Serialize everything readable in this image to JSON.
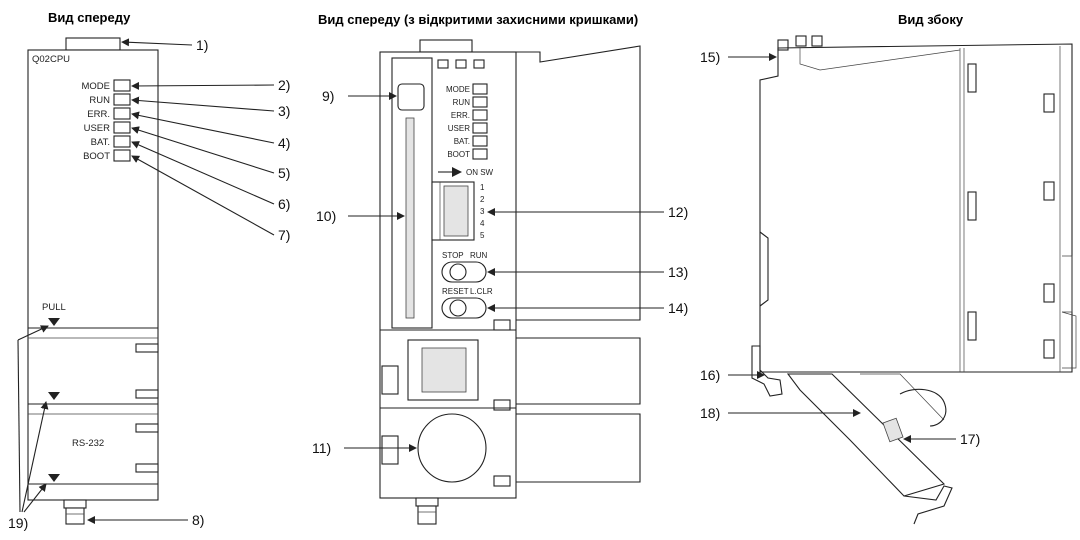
{
  "headings": {
    "front": "Вид спереду",
    "front_open": "Вид спереду (з відкритими захисними кришками)",
    "side": "Вид збоку"
  },
  "front_view": {
    "model": "Q02CPU",
    "leds": [
      "MODE",
      "RUN",
      "ERR.",
      "USER",
      "BAT.",
      "BOOT"
    ],
    "pull_label": "PULL",
    "port_label": "RS-232"
  },
  "open_view": {
    "leds": [
      "MODE",
      "RUN",
      "ERR.",
      "USER",
      "BAT.",
      "BOOT"
    ],
    "dip_header": "ON  SW",
    "dip_numbers": [
      "1",
      "2",
      "3",
      "4",
      "5"
    ],
    "switch1": {
      "left": "STOP",
      "right": "RUN"
    },
    "switch2": {
      "left": "RESET",
      "right": "L.CLR"
    }
  },
  "callouts": {
    "c1": "1)",
    "c2": "2)",
    "c3": "3)",
    "c4": "4)",
    "c5": "5)",
    "c6": "6)",
    "c7": "7)",
    "c8": "8)",
    "c9": "9)",
    "c10": "10)",
    "c11": "11)",
    "c12": "12)",
    "c13": "13)",
    "c14": "14)",
    "c15": "15)",
    "c16": "16)",
    "c17": "17)",
    "c18": "18)",
    "c19": "19)"
  }
}
